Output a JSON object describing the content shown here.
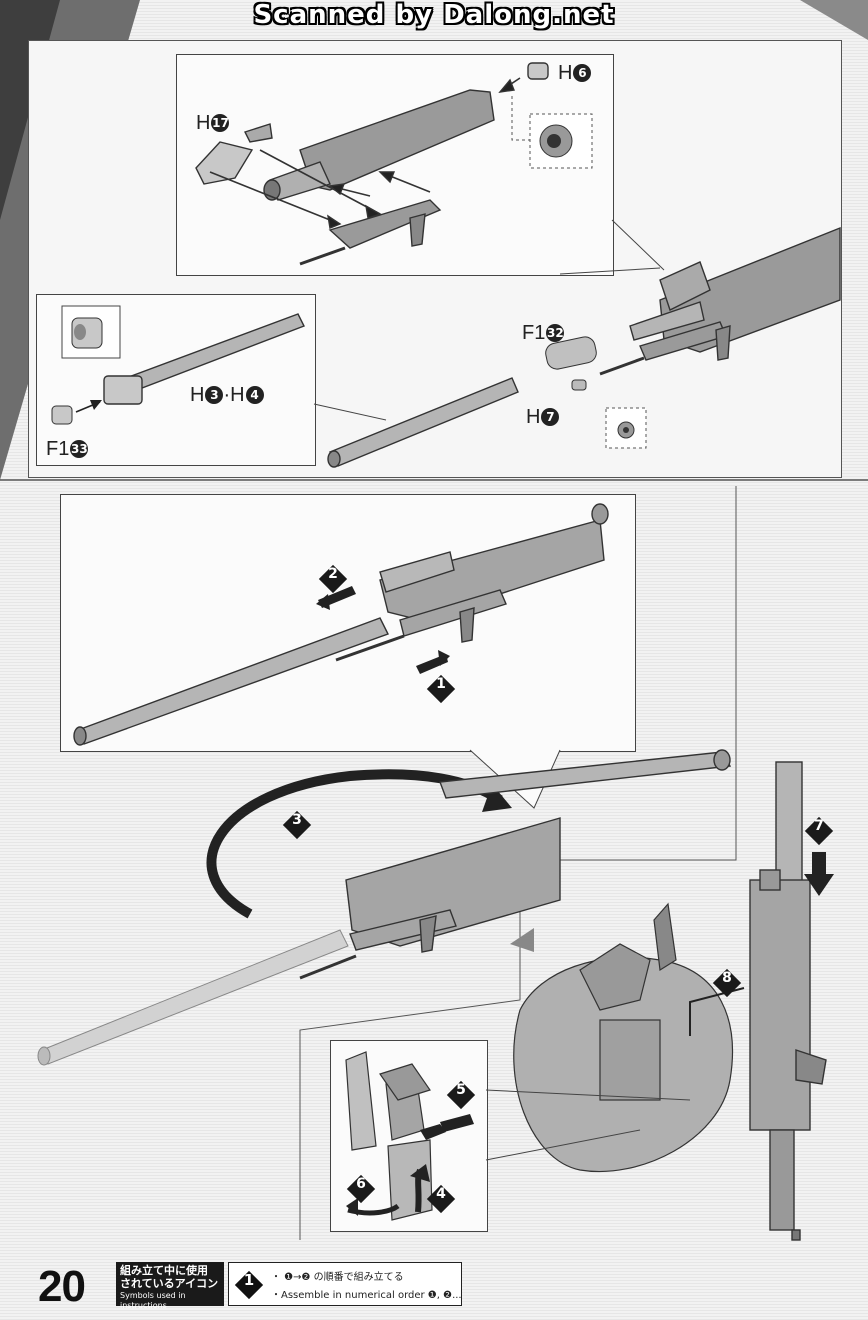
{
  "watermark": "Scanned by Dalong.net",
  "top_section": {
    "labels": {
      "h17": {
        "prefix": "H",
        "num": "17"
      },
      "h6": {
        "prefix": "H",
        "num": "6"
      },
      "h3h4": {
        "prefix": "H",
        "num_a": "3",
        "sep": "·",
        "prefix_b": "H",
        "num_b": "4"
      },
      "f133": {
        "prefix": "F1",
        "num": "33"
      },
      "f132": {
        "prefix": "F1",
        "num": "32"
      },
      "h7": {
        "prefix": "H",
        "num": "7"
      }
    }
  },
  "bottom_section": {
    "steps": [
      "1",
      "2",
      "3",
      "4",
      "5",
      "6",
      "7",
      "8"
    ]
  },
  "footer": {
    "page_number": "20",
    "legend_title_jp_line1": "組み立て中に使用",
    "legend_title_jp_line2": "されているアイコン",
    "legend_title_en": "Symbols used in instructions",
    "legend_icon": "1",
    "legend_line1": "・ ❶→❷ の順番で組み立てる",
    "legend_line2": "・Assemble in numerical order ❶, ❷..."
  }
}
